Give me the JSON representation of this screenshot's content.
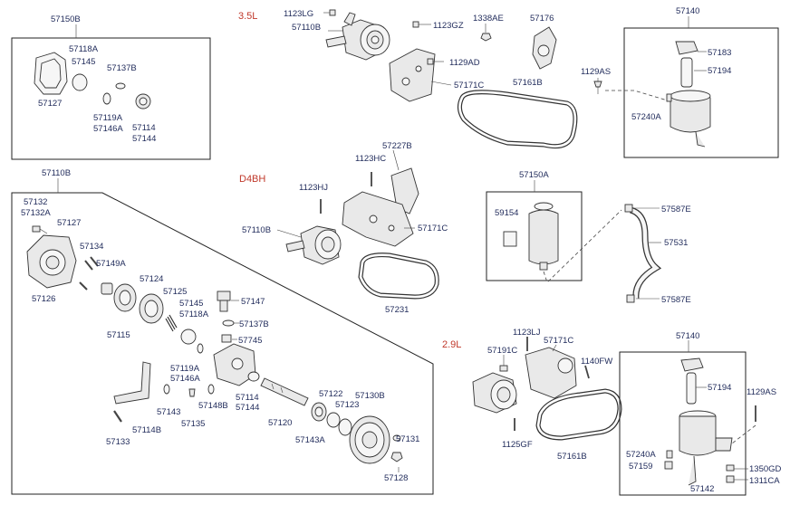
{
  "sections": {
    "v35": "3.5L",
    "d4bh": "D4BH",
    "v29": "2.9L"
  },
  "labels": {
    "l57150B": "57150B",
    "l57118A_1": "57118A",
    "l57145_1": "57145",
    "l57137B_1": "57137B",
    "l57127_1": "57127",
    "l57119A_1": "57119A",
    "l57146A_1": "57146A",
    "l57114_1": "57114",
    "l57144_1": "57144",
    "l1123LG": "1123LG",
    "l57110B_1": "57110B",
    "l1123GZ": "1123GZ",
    "l1338AE": "1338AE",
    "l57176": "57176",
    "l1129AD": "1129AD",
    "l57171C_1": "57171C",
    "l57161B_1": "57161B",
    "l1129AS_1": "1129AS",
    "l57140_1": "57140",
    "l57183": "57183",
    "l57194_1": "57194",
    "l57240A_1": "57240A",
    "l57110B_2": "57110B",
    "l57132": "57132",
    "l57132A": "57132A",
    "l57127_2": "57127",
    "l57134": "57134",
    "l57149A": "57149A",
    "l57126": "57126",
    "l57124": "57124",
    "l57125": "57125",
    "l57145_2": "57145",
    "l57118A_2": "57118A",
    "l57147": "57147",
    "l57137B_2": "57137B",
    "l57115": "57115",
    "l57745": "57745",
    "l57119A_2": "57119A",
    "l57146A_2": "57146A",
    "l57148B": "57148B",
    "l57114_2": "57114",
    "l57144_2": "57144",
    "l57143": "57143",
    "l57135": "57135",
    "l57114B": "57114B",
    "l57133": "57133",
    "l57120": "57120",
    "l57122": "57122",
    "l57123": "57123",
    "l57130B": "57130B",
    "l57143A": "57143A",
    "l57131": "57131",
    "l57128": "57128",
    "l1123HC": "1123HC",
    "l57227B": "57227B",
    "l1123HJ": "1123HJ",
    "l57110B_3": "57110B",
    "l57171C_2": "57171C",
    "l57231": "57231",
    "l57150A": "57150A",
    "l59154": "59154",
    "l57587E_1": "57587E",
    "l57531": "57531",
    "l57587E_2": "57587E",
    "l1123LJ": "1123LJ",
    "l57191C": "57191C",
    "l57171C_3": "57171C",
    "l1140FW": "1140FW",
    "l1125GF": "1125GF",
    "l57161B_2": "57161B",
    "l57140_2": "57140",
    "l57194_2": "57194",
    "l1129AS_2": "1129AS",
    "l57240A_2": "57240A",
    "l57159": "57159",
    "l1350GD": "1350GD",
    "l1311CA": "1311CA",
    "l57142": "57142"
  },
  "colors": {
    "section_label": "#c0392b",
    "part_label": "#1f2a5a",
    "line": "#222222"
  }
}
